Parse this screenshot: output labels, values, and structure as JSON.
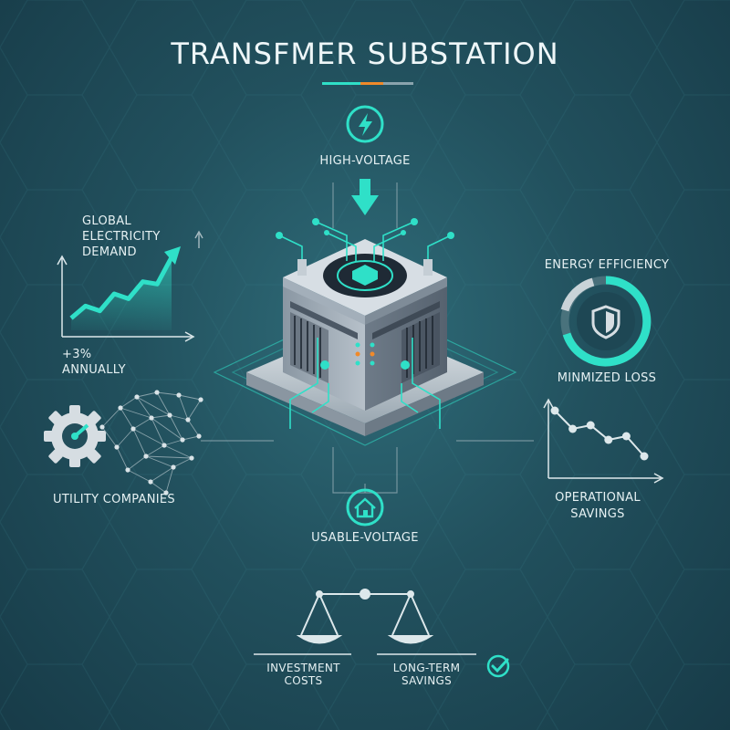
{
  "title": "TRANSFMER SUBSTATION",
  "labels": {
    "high_voltage": "HIGH-VOLTAGE",
    "usable_voltage": "USABLE-VOLTAGE",
    "demand_line1": "GLOBAL",
    "demand_line2": "ELECTRICITY",
    "demand_line3": "DEMAND",
    "growth_line1": "+3%",
    "growth_line2": "ANNUALLY",
    "utility": "UTILITY COMPANIES",
    "efficiency": "ENERGY EFFICIENCY",
    "minimized_loss": "MINMIZED LOSS",
    "operational_line1": "OPERATIONAL",
    "operational_line2": "SAVINGS",
    "investment": "INVESTMENT COSTS",
    "savings": "LONG-TERM SAVINGS"
  },
  "colors": {
    "accent": "#2fe0c8",
    "orange": "#f08a2a",
    "panel": "#b9c3cc"
  },
  "icons": {
    "top": "lightning-icon",
    "bottom": "house-icon",
    "shield": "shield-icon",
    "gear": "gear-icon",
    "check": "check-circle-icon"
  },
  "chart_data": [
    {
      "type": "line",
      "title": "GLOBAL ELECTRICITY DEMAND",
      "trend": "rising",
      "x": [
        0,
        1,
        2,
        3,
        4,
        5,
        6,
        7
      ],
      "values": [
        1,
        2,
        1.6,
        3,
        2.6,
        4,
        3.8,
        6
      ],
      "annotation": "+3% ANNUALLY"
    },
    {
      "type": "line",
      "title": "OPERATIONAL SAVINGS",
      "trend": "falling",
      "x": [
        0,
        1,
        2,
        3,
        4,
        5
      ],
      "values": [
        6,
        4,
        4.4,
        2.8,
        3.2,
        1
      ]
    }
  ]
}
